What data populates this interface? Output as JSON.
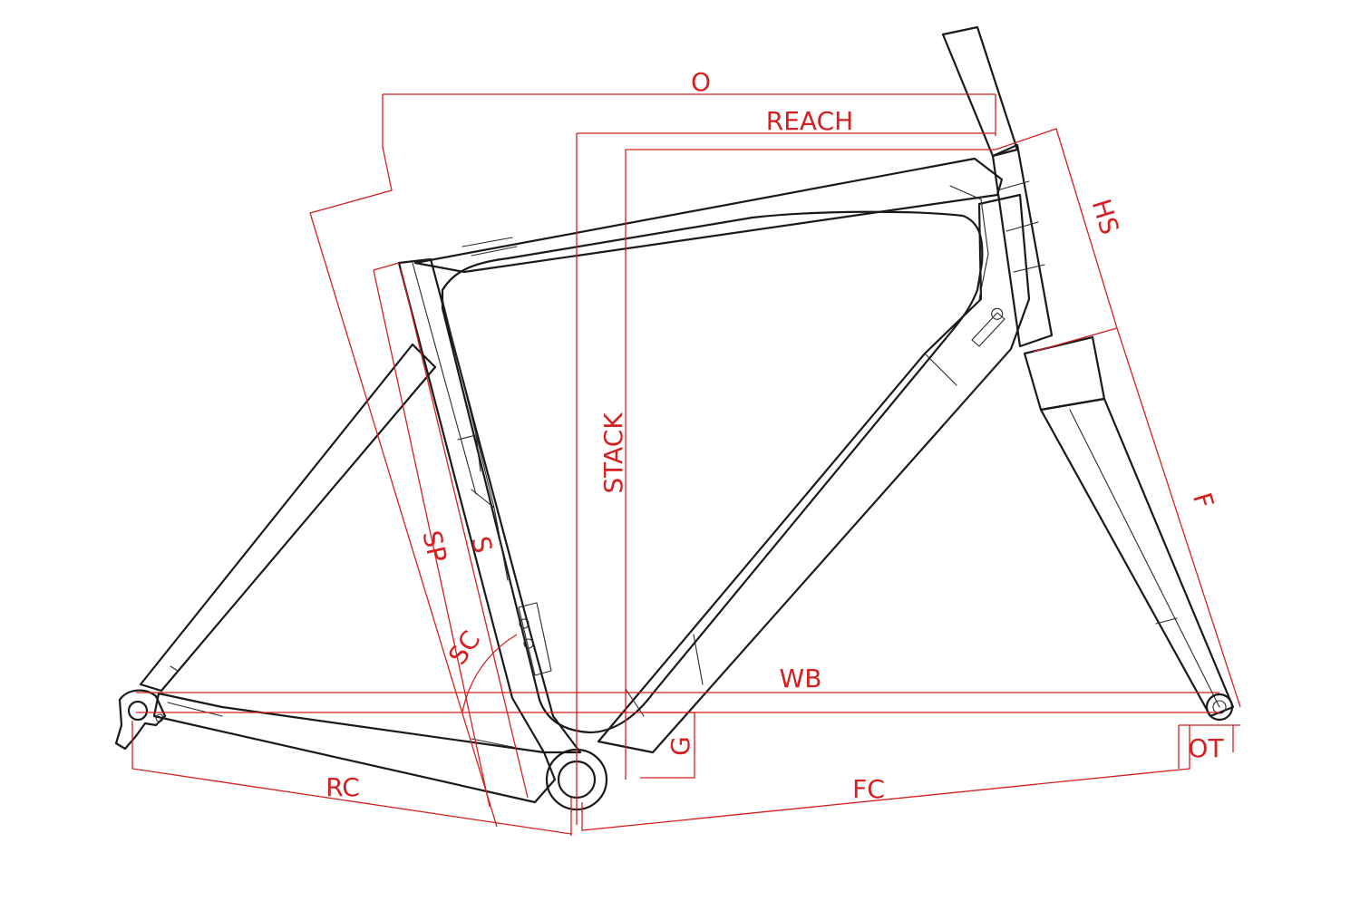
{
  "diagram": {
    "colors": {
      "frame": "#1a1a1a",
      "dimension": "#d42020",
      "background": "#ffffff"
    },
    "labels": {
      "o": "O",
      "reach": "REACH",
      "stack": "STACK",
      "hs": "HS",
      "f": "F",
      "sp": "SP",
      "s": "S",
      "sc": "SC",
      "wb": "WB",
      "g": "G",
      "rc": "RC",
      "fc": "FC",
      "ot": "OT"
    }
  }
}
